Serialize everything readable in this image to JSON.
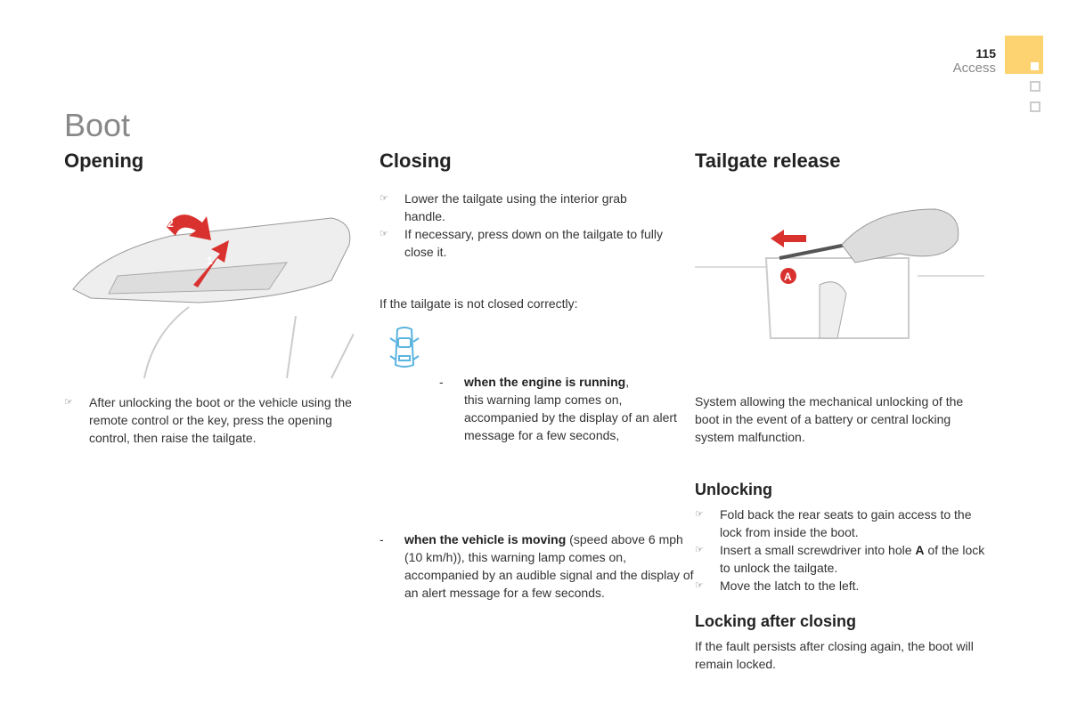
{
  "header": {
    "page_number": "115",
    "section": "Access",
    "accent": "#fcd370"
  },
  "title": "Boot",
  "opening": {
    "heading": "Opening",
    "bullets": [
      "After unlocking the boot or the vehicle using the remote control or the key, press the opening control, then raise the tailgate."
    ],
    "callouts": [
      "1",
      "2"
    ]
  },
  "closing": {
    "heading": "Closing",
    "bullets": [
      "Lower the tailgate using the interior grab handle.",
      "If necessary, press down on the tailgate to fully close it."
    ],
    "intro": "If the tailgate is not closed correctly:",
    "case1": {
      "bold": "when the engine is running",
      "rest": "this warning lamp comes on, accompanied by the display of an alert message for a few seconds,"
    },
    "case2": {
      "bold": "when the vehicle is moving",
      "rest": " (speed above 6 mph (10 km/h)), this warning lamp comes on, accompanied by an audible signal and the display of an alert message for a few seconds."
    }
  },
  "tailgate": {
    "heading": "Tailgate release",
    "callout": "A",
    "description": "System allowing the mechanical unlocking of the boot in the event of a battery or central locking system malfunction.",
    "unlocking": {
      "heading": "Unlocking",
      "bullets": [
        [
          "Fold back the rear seats to gain access to the lock from inside the boot."
        ],
        [
          "Insert a small screwdriver into hole ",
          "A",
          " of the lock to unlock the tailgate."
        ],
        [
          "Move the latch to the left."
        ]
      ]
    },
    "locking": {
      "heading": "Locking after closing",
      "text": "If the fault persists after closing again, the boot will remain locked."
    }
  },
  "bullet_glyph": "☞",
  "dash_glyph": "-"
}
